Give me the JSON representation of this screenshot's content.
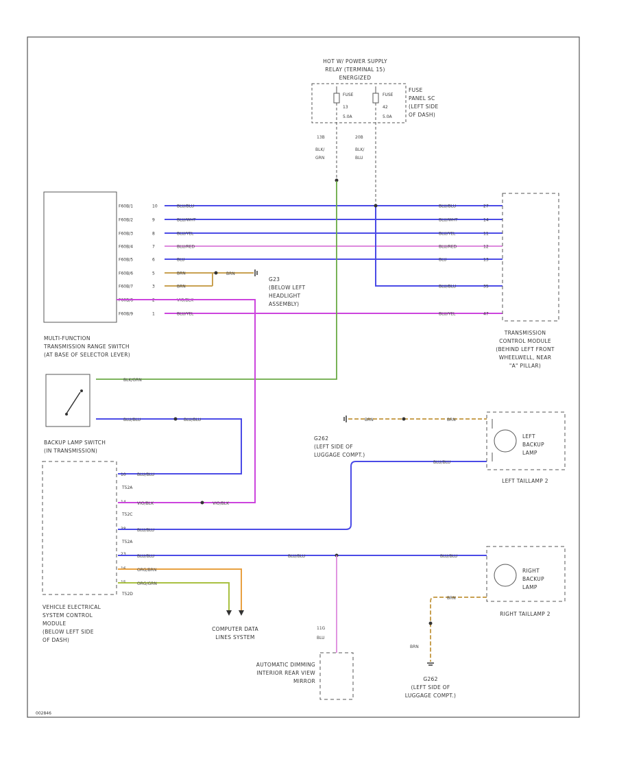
{
  "power": {
    "title": [
      "HOT W/ POWER SUPPLY",
      "RELAY (TERMINAL 15)",
      "ENERGIZED"
    ],
    "fuse_left": [
      "FUSE",
      "13",
      "5.0A"
    ],
    "fuse_right": [
      "FUSE",
      "42",
      "5.0A"
    ],
    "panel": [
      "FUSE",
      "PANEL SC",
      "(LEFT SIDE",
      "OF DASH)"
    ],
    "wire_left": [
      "13B",
      "BLK/",
      "GRN"
    ],
    "wire_right": [
      "20B",
      "BLK/",
      "BLU"
    ]
  },
  "mfs": {
    "label": [
      "MULTI-FUNCTION",
      "TRANSMISSION RANGE SWITCH",
      "(AT BASE OF SELECTOR LEVER)"
    ],
    "conns": [
      "F60B/1",
      "F60B/2",
      "F60B/3",
      "F60B/4",
      "F60B/5",
      "F60B/6",
      "F60B/7",
      "F60B/8",
      "F60B/9"
    ],
    "pins": [
      "10",
      "9",
      "8",
      "7",
      "6",
      "5",
      "3",
      "2",
      "1"
    ],
    "wires": [
      "BLU/BLU",
      "BLU/WHT",
      "BLU/YEL",
      "BLU/RED",
      "BLU",
      "BRN",
      "BRN",
      "VIO/BLK",
      "BLU/YEL"
    ]
  },
  "tcm": {
    "label": [
      "TRANSMISSION",
      "CONTROL MODULE",
      "(BEHIND LEFT FRONT",
      "WHEELWELL, NEAR",
      "\"A\" PILLAR)"
    ],
    "wires": [
      "BLU/BLU",
      "BLU/WHT",
      "BLU/YEL",
      "BLU/RED",
      "BLU",
      "BLU/BLU",
      "BLU/YEL"
    ],
    "pins": [
      "27",
      "14",
      "11",
      "12",
      "13",
      "35",
      "47"
    ]
  },
  "ground_mid": {
    "wire": "BRN",
    "label": [
      "G23",
      "(BELOW LEFT",
      "HEADLIGHT",
      "ASSEMBLY)"
    ]
  },
  "backup_switch": {
    "label": [
      "BACKUP LAMP SWITCH",
      "(IN TRANSMISSION)"
    ],
    "wire_top": "BLK/GRN",
    "wire_bottom_a": "BLU/BLU",
    "wire_bottom_b": "BLU/BLU"
  },
  "vescm": {
    "label": [
      "VEHICLE ELECTRICAL",
      "SYSTEM CONTROL",
      "MODULE",
      "(BELOW LEFT SIDE",
      "OF DASH)"
    ],
    "blocks": [
      "T52A",
      "T52C",
      "T52A",
      "T52D"
    ],
    "pins": [
      "10",
      "14",
      "38",
      "23",
      "16",
      "15"
    ],
    "wires": [
      "BLU/BLU",
      "VIO/BLK",
      "VIO/BLK",
      "BLU/BLU",
      "BLU/BLU",
      "BLU/BLU",
      "ORG/BRN",
      "ORG/GRN"
    ]
  },
  "computer": {
    "label": [
      "COMPUTER DATA",
      "LINES SYSTEM"
    ]
  },
  "mirror": {
    "wire": [
      "11G",
      "BLU"
    ],
    "label": [
      "AUTOMATIC DIMMING",
      "INTERIOR REAR VIEW",
      "MIRROR"
    ]
  },
  "left_tail": {
    "ground_label": [
      "G262",
      "(LEFT SIDE OF",
      "LUGGAGE COMPT.)"
    ],
    "wire_a": "BRN",
    "wire_b": "BRN",
    "wire_c": "BLU/BLU",
    "lamp": [
      "LEFT",
      "BACKUP",
      "LAMP"
    ],
    "label": "LEFT TAILLAMP 2"
  },
  "right_tail": {
    "wire_a": "BLU/BLU",
    "wire_b": "BRN",
    "lamp": [
      "RIGHT",
      "BACKUP",
      "LAMP"
    ],
    "label": "RIGHT TAILLAMP 2",
    "ground_wire": "BRN",
    "ground_label": [
      "G262",
      "(LEFT SIDE OF",
      "LUGGAGE COMPT.)"
    ]
  },
  "footer_code": "002846",
  "colors": {
    "blue": "#4a4ae6",
    "violet": "#cc44dd",
    "green": "#6aaa44",
    "brown": "#c8a050",
    "orange": "#e8a040",
    "olive": "#a8c040",
    "pink": "#dd88dd",
    "ink": "#333333"
  }
}
